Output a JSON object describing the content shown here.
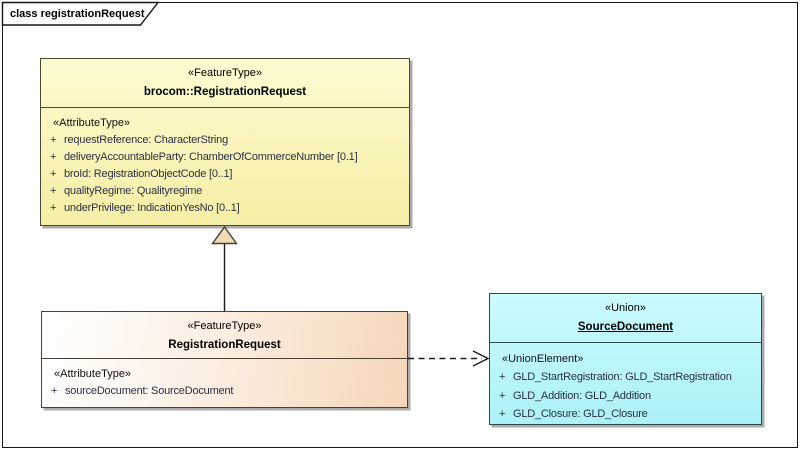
{
  "diagram": {
    "frame_title": "class registrationRequest"
  },
  "colors": {
    "parent_fill_top": "#FEFBD2",
    "parent_fill_bottom": "#F5EEA5",
    "parent_border": "#4A4A30",
    "child_fill_left": "#FFFFFF",
    "child_fill_right": "#F5D6B8",
    "child_border": "#4A4034",
    "union_fill_top": "#CBFBFE",
    "union_fill_bottom": "#ACF1F7",
    "union_border": "#2C4A4E",
    "connector_color": "#1A1A1A",
    "generalization_triangle_fill": "#F0DBB4",
    "box_shadow": "#ABABAB",
    "attribute_text": "#2B3044"
  },
  "parent_class": {
    "stereotype": "«FeatureType»",
    "name": "brocom::RegistrationRequest",
    "section_label": "«AttributeType»",
    "attributes": [
      {
        "visibility": "+",
        "text": "requestReference: CharacterString"
      },
      {
        "visibility": "+",
        "text": "deliveryAccountableParty: ChamberOfCommerceNumber [0.1]"
      },
      {
        "visibility": "+",
        "text": "broId: RegistrationObjectCode [0..1]"
      },
      {
        "visibility": "+",
        "text": "qualityRegime: Qualityregime"
      },
      {
        "visibility": "+",
        "text": "underPrivilege: IndicationYesNo [0..1]"
      }
    ]
  },
  "child_class": {
    "stereotype": "«FeatureType»",
    "name": "RegistrationRequest",
    "section_label": "«AttributeType»",
    "attributes": [
      {
        "visibility": "+",
        "text": "sourceDocument: SourceDocument"
      }
    ]
  },
  "union_class": {
    "stereotype": "«Union»",
    "name": "SourceDocument",
    "section_label": "«UnionElement»",
    "attributes": [
      {
        "visibility": "+",
        "text": "GLD_StartRegistration: GLD_StartRegistration"
      },
      {
        "visibility": "+",
        "text": "GLD_Addition: GLD_Addition"
      },
      {
        "visibility": "+",
        "text": "GLD_Closure: GLD_Closure"
      }
    ]
  },
  "relationships": [
    {
      "type": "generalization",
      "from": "RegistrationRequest",
      "to": "brocom::RegistrationRequest"
    },
    {
      "type": "dependency",
      "from": "RegistrationRequest",
      "to": "SourceDocument",
      "line_style": "dashed"
    }
  ]
}
